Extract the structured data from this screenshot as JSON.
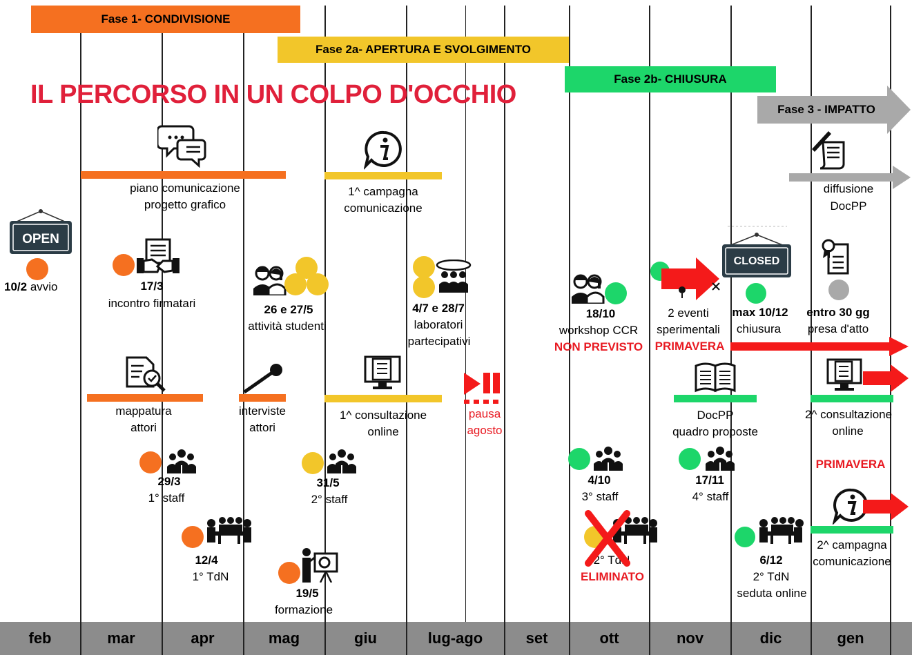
{
  "title": "IL PERCORSO IN UN COLPO D'OCCHIO",
  "phases": {
    "p1": "Fase 1- CONDIVISIONE",
    "p2a": "Fase 2a- APERTURA E SVOLGIMENTO",
    "p2b": "Fase 2b- CHIUSURA",
    "p3": "Fase 3 - IMPATTO"
  },
  "months": [
    "feb",
    "mar",
    "apr",
    "mag",
    "giu",
    "lug-ago",
    "set",
    "ott",
    "nov",
    "dic",
    "gen"
  ],
  "signs": {
    "open": "OPEN",
    "closed": "CLOSED"
  },
  "events": {
    "piano1": "piano comunicazione",
    "piano2": "progetto grafico",
    "camp1a": "1^ campagna",
    "camp1b": "comunicazione",
    "diff1": "diffusione",
    "diff2": "DocPP",
    "avvio_date": "10/2",
    "avvio_label": " avvio",
    "firm_date": "17/3",
    "firm_label": "incontro firmatari",
    "stud_date": "26 e 27/5",
    "stud_label": "attività studenti",
    "lab_date": "4/7 e 28/7",
    "lab_label1": "laboratori",
    "lab_label2": "partecipativi",
    "ws_date": "18/10",
    "ws_label": "workshop CCR",
    "ws_note": "NON PREVISTO",
    "sper1": "2 eventi",
    "sper2": "sperimentali",
    "sper_note": "PRIMAVERA",
    "chius_date": "max 10/12",
    "chius_label": "chiusura",
    "presa_date": "entro 30 gg",
    "presa_label": "presa d'atto",
    "mapp1": "mappatura",
    "mapp2": "attori",
    "int1": "interviste",
    "int2": "attori",
    "cons1a": "1^ consultazione",
    "cons1b": "online",
    "pausa1": "pausa",
    "pausa2": "agosto",
    "docpp1": "DocPP",
    "docpp2": "quadro proposte",
    "cons2a": "2^ consultazione",
    "cons2b": "online",
    "primavera2": "PRIMAVERA",
    "st1_date": "29/3",
    "st1_label": "1° staff",
    "st2_date": "31/5",
    "st2_label": "2° staff",
    "st3_date": "4/10",
    "st3_label": "3° staff",
    "st4_date": "17/11",
    "st4_label": "4° staff",
    "tdn1_date": "12/4",
    "tdn1_label": "1° TdN",
    "form_date": "19/5",
    "form_label": "formazione",
    "tdn2_label": "2° TdN",
    "tdn2_note": "ELIMINATO",
    "tdn2b_date": "6/12",
    "tdn2b_label1": "2° TdN",
    "tdn2b_label2": "seduta online",
    "camp2a": "2^ campagna",
    "camp2b": "comunicazione"
  },
  "colors": {
    "fase1": "#f57020",
    "fase2a": "#f2c62a",
    "fase2b": "#1dd66a",
    "fase3": "#a9a9a9",
    "red": "#e81a22",
    "title": "#e0203a"
  }
}
